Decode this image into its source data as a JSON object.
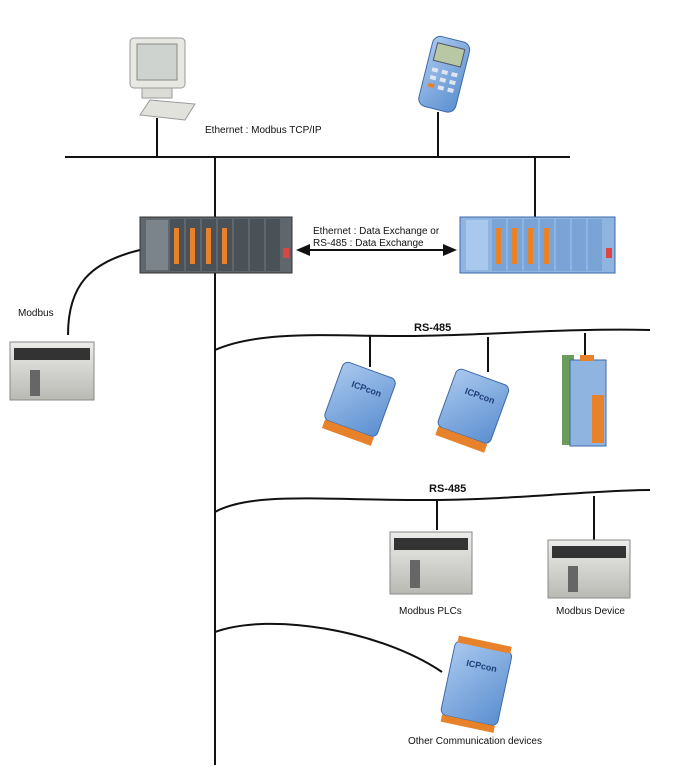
{
  "labels": {
    "ethernet_bus": "Ethernet : Modbus TCP/IP",
    "exchange_line1": "Ethernet : Data Exchange or",
    "exchange_line2": "RS-485 : Data Exchange",
    "modbus": "Modbus",
    "rs485_top": "RS-485",
    "rs485_bottom": "RS-485",
    "modbus_plcs": "Modbus PLCs",
    "modbus_device": "Modbus Device",
    "other_devices": "Other Communication devices",
    "module_brand": "ICPcon"
  },
  "colors": {
    "line": "#111111",
    "module_blue": "#6f9fd8",
    "rack_gray": "#6b7378",
    "rack_blue": "#8fb4e0",
    "terminal_orange": "#e8822a",
    "plc_body": "#d9d9d4"
  }
}
